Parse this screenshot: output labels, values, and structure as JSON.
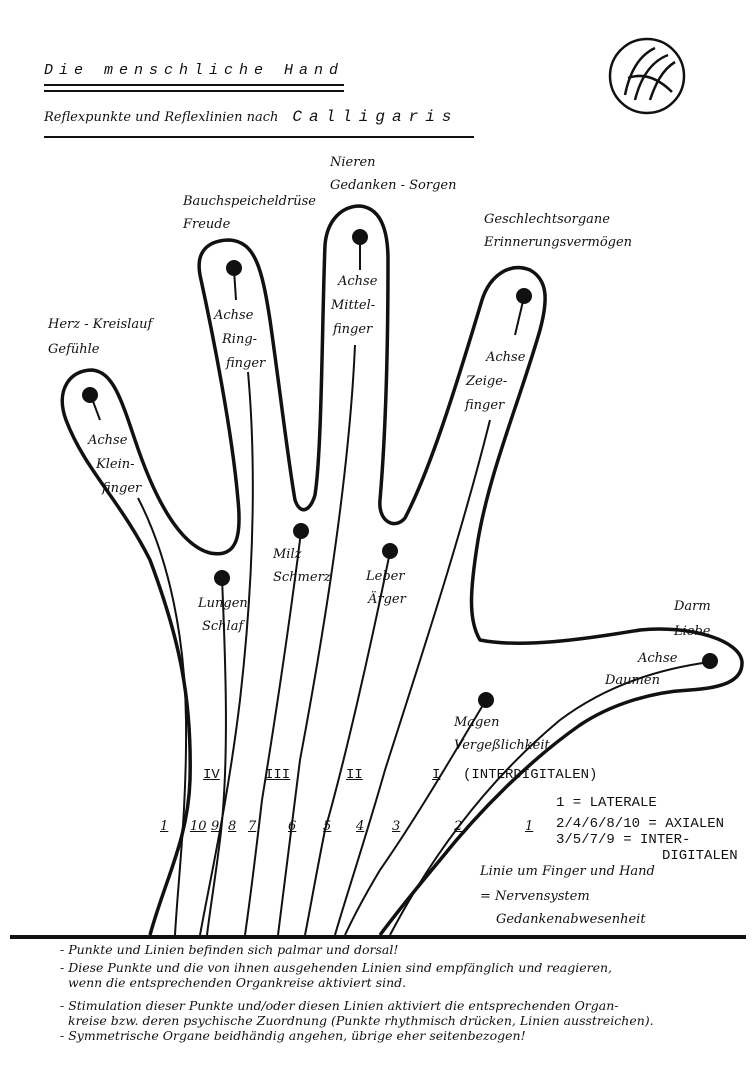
{
  "header": {
    "title": "Die menschliche Hand",
    "subtitle_prefix": "Reflexpunkte und Reflexlinien nach",
    "subtitle_name": "Calligaris"
  },
  "fingers": {
    "pinky": {
      "organ": "Herz - Kreislauf",
      "meaning": "Gefühle",
      "axis": [
        "Achse",
        "Klein-",
        "finger"
      ]
    },
    "ring": {
      "organ": "Bauchspeicheldrüse",
      "meaning": "Freude",
      "axis": [
        "Achse",
        "Ring-",
        "finger"
      ]
    },
    "middle": {
      "organ": "Nieren",
      "meaning": "Gedanken - Sorgen",
      "axis": [
        "Achse",
        "Mittel-",
        "finger"
      ]
    },
    "index": {
      "organ": "Geschlechtsorgane",
      "meaning": "Erinnerungsvermögen",
      "axis": [
        "Achse",
        "Zeige-",
        "finger"
      ]
    },
    "thumb": {
      "organ": "Darm",
      "meaning": "Liebe",
      "axis": [
        "Achse",
        "Daumen"
      ]
    }
  },
  "interdigital_points": [
    {
      "organ": "Lungen",
      "meaning": "Schlaf"
    },
    {
      "organ": "Milz",
      "meaning": "Schmerz"
    },
    {
      "organ": "Leber",
      "meaning": "Ärger"
    },
    {
      "organ": "Magen",
      "meaning": "Vergeßlichkeit"
    }
  ],
  "roman_labels": [
    "IV",
    "III",
    "II",
    "I"
  ],
  "interdigital_caption": "(INTERDIGITALEN)",
  "line_numbers": [
    "1",
    "10",
    "9",
    "8",
    "7",
    "6",
    "5",
    "4",
    "3",
    "2",
    "1"
  ],
  "legend": {
    "line1": "1 = LATERALE",
    "line2": "2/4/6/8/10 = AXIALEN",
    "line3": "3/5/7/9 = INTER-",
    "line4": "DIGITALEN",
    "nerve1": "Linie um Finger und Hand",
    "nerve2": "= Nervensystem",
    "nerve3": "Gedankenabwesenheit"
  },
  "notes": [
    "- Punkte und Linien befinden sich palmar und dorsal!",
    "- Diese Punkte und die von ihnen ausgehenden Linien sind empfänglich und reagieren,",
    "  wenn die entsprechenden Organkreise aktiviert sind.",
    "- Stimulation dieser Punkte und/oder diesen Linien aktiviert die entsprechenden Organ-",
    "  kreise bzw. deren psychische Zuordnung (Punkte rhythmisch drücken, Linien ausstreichen).",
    "- Symmetrische Organe beidhändig angehen, übrige eher seitenbezogen!"
  ],
  "colors": {
    "ink": "#111111",
    "paper": "#ffffff"
  }
}
